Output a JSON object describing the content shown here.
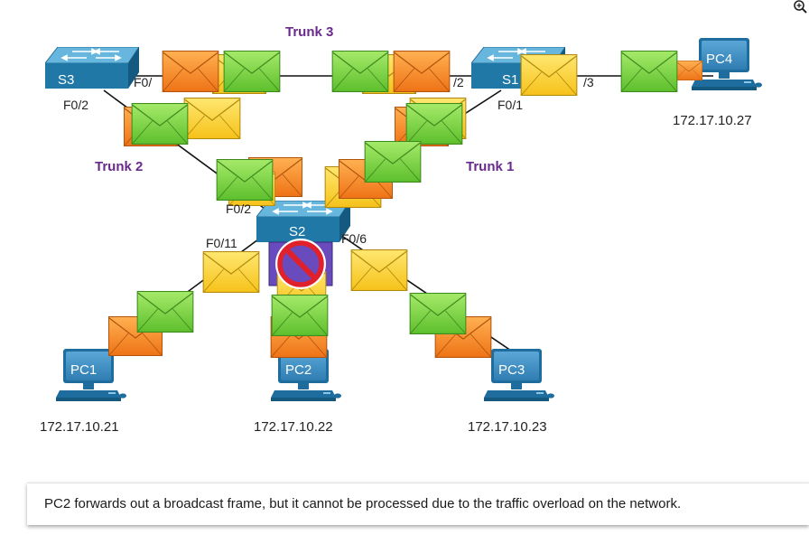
{
  "diagram": {
    "trunks": {
      "trunk1": "Trunk 1",
      "trunk2": "Trunk 2",
      "trunk3": "Trunk 3"
    },
    "switches": {
      "s1": "S1",
      "s2": "S2",
      "s3": "S3"
    },
    "ports": {
      "s3_f0_1": "F0/",
      "s3_f0_2": "F0/2",
      "s1_f0_2": "/2",
      "s1_f0_1": "F0/1",
      "s1_f0_3": "/3",
      "s2_f0_2": "F0/2",
      "s2_f0_11": "F0/11",
      "s2_f0_6": "F0/6"
    },
    "pcs": [
      {
        "label": "PC1",
        "ip": "172.17.10.21"
      },
      {
        "label": "PC2",
        "ip": "172.17.10.22"
      },
      {
        "label": "PC3",
        "ip": "172.17.10.23"
      },
      {
        "label": "PC4",
        "ip": "172.17.10.27"
      }
    ],
    "colors": {
      "trunk_label": "#6a2a8c",
      "switch_body": "#1f7aa8",
      "switch_top": "#5fb0d8",
      "envelope_green": "#7fd34a",
      "envelope_orange": "#f58a1f",
      "envelope_yellow": "#f9cf25",
      "blocked_ring": "#e0202a",
      "blocked_fill": "#6a4bbd"
    },
    "icons": {
      "zoom": "zoom-in-icon",
      "blocked": "prohibited-icon"
    }
  },
  "caption": {
    "text": "PC2 forwards out a broadcast frame, but it cannot be processed due to the traffic overload on the network."
  }
}
